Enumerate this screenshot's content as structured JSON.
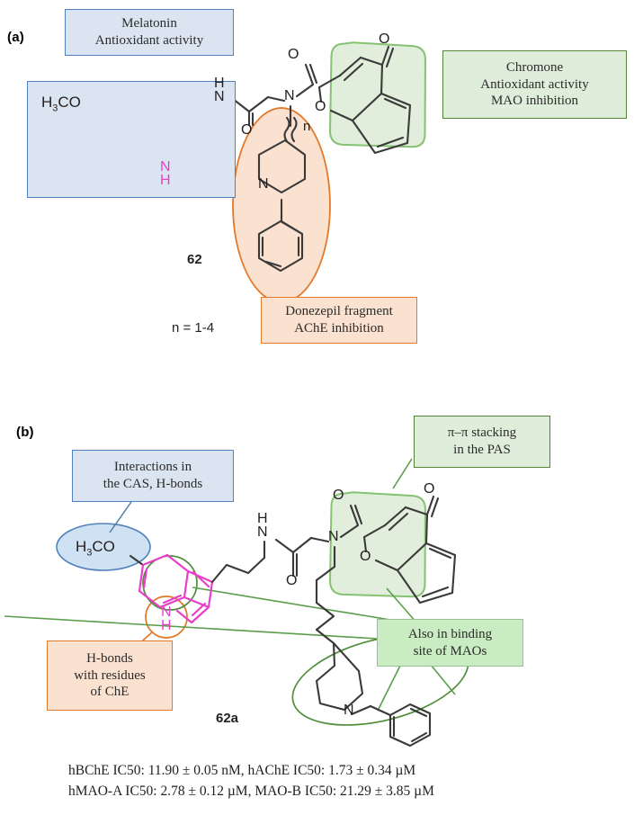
{
  "figure": {
    "panels": [
      {
        "id": "a",
        "letter": "(a)"
      },
      {
        "id": "b",
        "letter": "(b)"
      }
    ]
  },
  "panel_a": {
    "letter": "(a)",
    "callouts": {
      "melatonin": {
        "lines": [
          "Melatonin",
          "Antioxidant activity"
        ],
        "style": "blue"
      },
      "chromone": {
        "lines": [
          "Chromone",
          "Antioxidant activity",
          "MAO inhibition"
        ],
        "style": "green"
      },
      "donezepil": {
        "lines": [
          "Donezepil fragment",
          "AChE inhibition"
        ],
        "style": "orange"
      }
    },
    "structure_labels": {
      "methoxy": "H3CO",
      "methoxy_h": "H",
      "methoxy_sub": "3",
      "methoxy_rest": "CO",
      "amide_nh_h": "H",
      "amide_nh_n": "N",
      "carbonyl_o_amide": "O",
      "tertiary_n": "N",
      "carbonyl_o_chromone": "O",
      "chromone_keto_o": "O",
      "chromone_ring_o": "O",
      "indole_nh_n": "N",
      "indole_nh_h": "H",
      "piperidine_n": "N",
      "chain_n_label": "n"
    },
    "compound_number": "62",
    "chain_length_note": "n = 1-4"
  },
  "panel_b": {
    "letter": "(b)",
    "callouts": {
      "cas": {
        "lines": [
          "Interactions  in",
          "the CAS, H-bonds"
        ],
        "style": "blue"
      },
      "pipi": {
        "lines": [
          "π–π stacking",
          "in the PAS"
        ],
        "style": "green"
      },
      "maos": {
        "lines": [
          "Also in binding",
          "site of MAOs"
        ],
        "style": "green-soft"
      },
      "hbonds": {
        "lines": [
          "H-bonds",
          "with residues",
          "of ChE"
        ],
        "style": "orange"
      }
    },
    "structure_labels": {
      "methoxy_h": "H",
      "methoxy_sub": "3",
      "methoxy_rest": "CO",
      "amide_nh_h": "H",
      "amide_nh_n": "N",
      "carbonyl_o_amide": "O",
      "tertiary_n": "N",
      "carbonyl_o_chromone": "O",
      "chromone_keto_o": "O",
      "chromone_ring_o": "O",
      "indole_nh_n": "N",
      "indole_nh_h": "H",
      "piperidine_n": "N"
    },
    "compound_number": "62a"
  },
  "stats": {
    "line1": "hBChE IC50: 11.90 ± 0.05 nM, hAChE IC50: 1.73 ± 0.34 µM",
    "line2": "hMAO-A IC50: 2.78 ± 0.12 µM, MAO-B IC50: 21.29 ± 3.85 µM",
    "line1_parts": {
      "a_target": "hBChE",
      "a_metric": "IC",
      "a_metric_sub": "50",
      "a_value": "11.90 ± 0.05 nM",
      "b_target": "hAChE",
      "b_value": "1.73 ± 0.34 µM"
    },
    "line2_parts": {
      "a_target": "hMAO-A",
      "a_value": "2.78 ± 0.12 µM",
      "b_target": "MAO-B",
      "b_value": "21.29 ± 3.85 µM"
    }
  },
  "colors": {
    "blue_fill": "#dbe5f1",
    "blue_border": "#4f81bd",
    "green_fill": "#dfeeda",
    "green_border": "#548235",
    "green_soft_fill": "#c9ecc2",
    "orange_fill": "#fbe1cf",
    "orange_border": "#e2792b",
    "magenta_bond": "#e83fc8",
    "bond_dark": "#3a3a3a",
    "green_line": "#5a9e4b"
  }
}
